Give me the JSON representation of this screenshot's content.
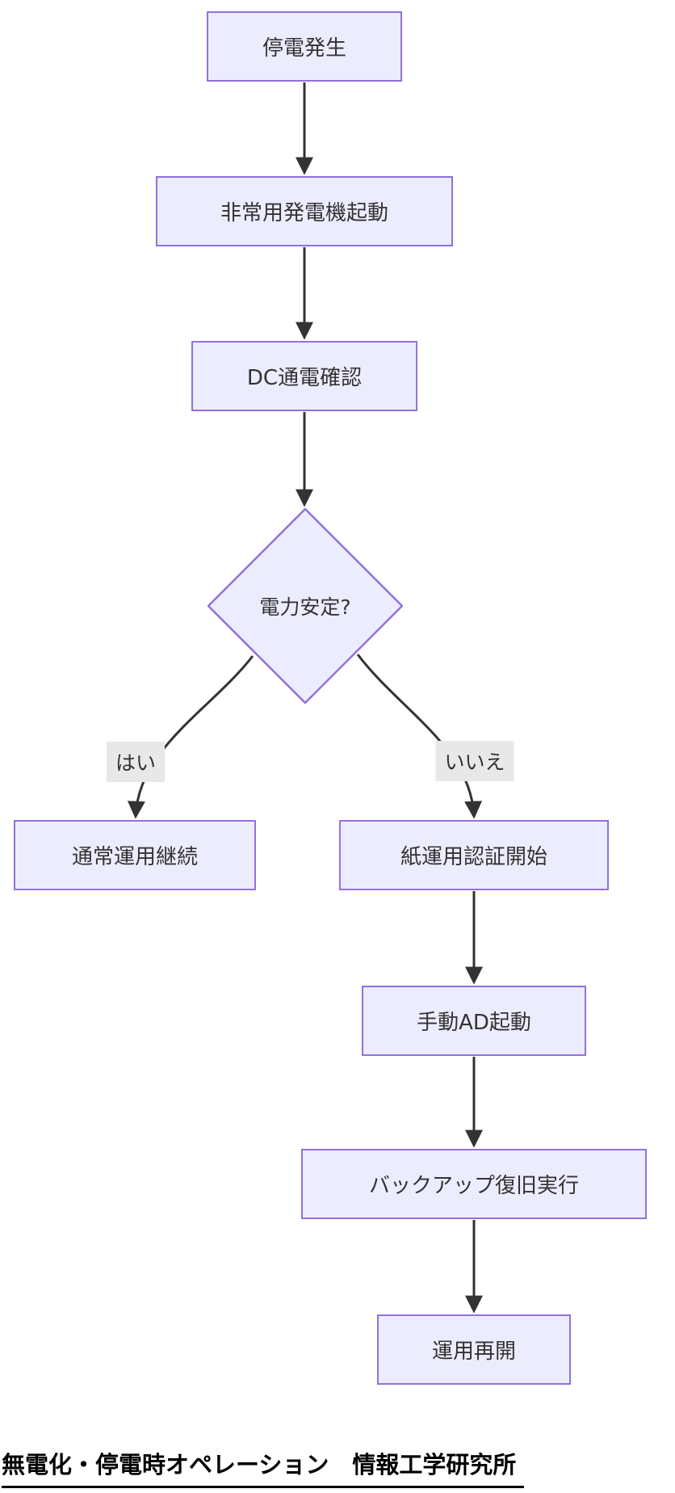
{
  "diagram": {
    "type": "flowchart",
    "direction": "top-down",
    "nodes": {
      "teiden": {
        "label": "停電発生",
        "shape": "rect"
      },
      "hijou": {
        "label": "非常用発電機起動",
        "shape": "rect"
      },
      "dc": {
        "label": "DC通電確認",
        "shape": "rect"
      },
      "antei": {
        "label": "電力安定?",
        "shape": "diamond"
      },
      "tsujou": {
        "label": "通常運用継続",
        "shape": "rect"
      },
      "kami": {
        "label": "紙運用認証開始",
        "shape": "rect"
      },
      "ad": {
        "label": "手動AD起動",
        "shape": "rect"
      },
      "backup": {
        "label": "バックアップ復旧実行",
        "shape": "rect"
      },
      "saikai": {
        "label": "運用再開",
        "shape": "rect"
      }
    },
    "edge_labels": {
      "yes": "はい",
      "no": "いいえ"
    },
    "edges": [
      {
        "from": "teiden",
        "to": "hijou",
        "label": ""
      },
      {
        "from": "hijou",
        "to": "dc",
        "label": ""
      },
      {
        "from": "dc",
        "to": "antei",
        "label": ""
      },
      {
        "from": "antei",
        "to": "tsujou",
        "label": "はい"
      },
      {
        "from": "antei",
        "to": "kami",
        "label": "いいえ"
      },
      {
        "from": "kami",
        "to": "ad",
        "label": ""
      },
      {
        "from": "ad",
        "to": "backup",
        "label": ""
      },
      {
        "from": "backup",
        "to": "saikai",
        "label": ""
      }
    ],
    "colors": {
      "node_fill": "#ECECFF",
      "node_border": "#9370DB",
      "edge": "#333333",
      "edge_label_bg": "#e8e8e8",
      "text": "#333333"
    }
  },
  "footer": {
    "title": "無電化・停電時オペレーション　情報工学研究所"
  }
}
